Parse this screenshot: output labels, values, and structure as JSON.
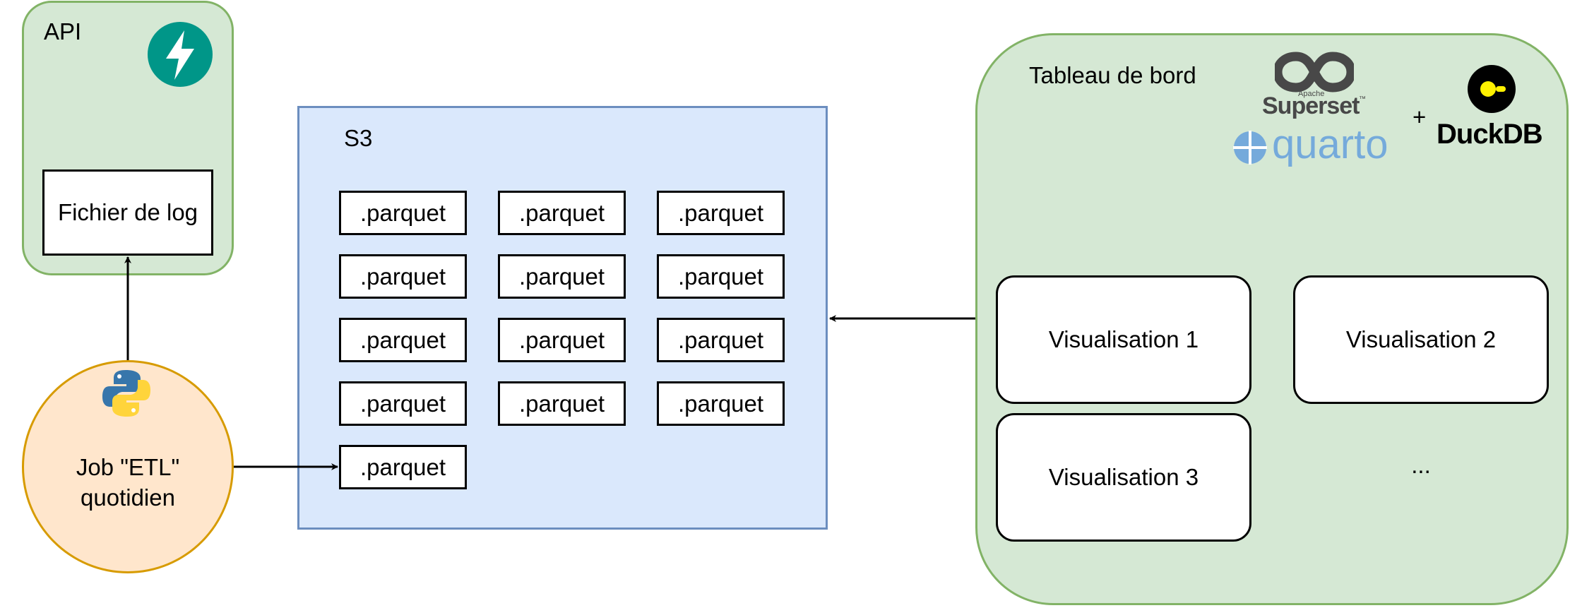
{
  "api": {
    "title": "API",
    "log_file": "Fichier de log"
  },
  "job": {
    "line1": "Job \"ETL\"",
    "line2": "quotidien"
  },
  "s3": {
    "title": "S3",
    "files": [
      ".parquet",
      ".parquet",
      ".parquet",
      ".parquet",
      ".parquet",
      ".parquet",
      ".parquet",
      ".parquet",
      ".parquet",
      ".parquet",
      ".parquet",
      ".parquet",
      ".parquet"
    ]
  },
  "dashboard": {
    "title": "Tableau de bord",
    "visualisations": [
      "Visualisation 1",
      "Visualisation 2",
      "Visualisation 3",
      "..."
    ],
    "logos": {
      "superset_small": "Apache",
      "superset_name": "Superset",
      "superset_tm": "™",
      "quarto": "quarto",
      "plus": "+",
      "duckdb": "DuckDB"
    }
  },
  "icons": [
    "fastapi-bolt-icon",
    "python-icon",
    "superset-infinity-icon",
    "quarto-globe-icon",
    "duckdb-icon"
  ],
  "colors": {
    "green_fill": "#d5e8d4",
    "green_stroke": "#82b366",
    "blue_fill": "#dae8fc",
    "blue_stroke": "#6c8ebf",
    "orange_fill": "#ffe6cc",
    "orange_stroke": "#d79b00",
    "fastapi": "#009688",
    "superset": "#484848",
    "quarto": "#75aadb"
  }
}
